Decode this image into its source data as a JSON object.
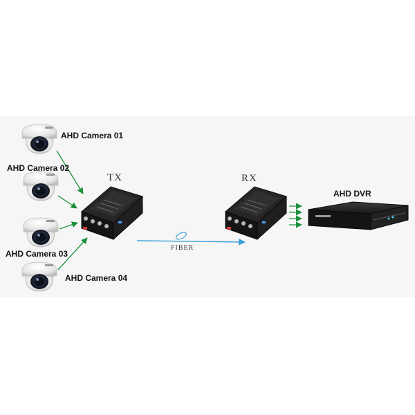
{
  "cameras": [
    {
      "label": "AHD Camera 01"
    },
    {
      "label": "AHD Camera  02"
    },
    {
      "label": "AHD Camera 03"
    },
    {
      "label": "AHD Camera 04"
    }
  ],
  "transmitter": {
    "label": "TX"
  },
  "receiver": {
    "label": "RX"
  },
  "fiber": {
    "label": "FIBER"
  },
  "dvr": {
    "label": "AHD DVR"
  },
  "colors": {
    "camera_arrow": "#1a8f3a",
    "fiber_line": "#3aa0d8",
    "device_body": "#1c1c1c",
    "dvr_body": "#161616",
    "background_band": "#f3f3f3"
  }
}
